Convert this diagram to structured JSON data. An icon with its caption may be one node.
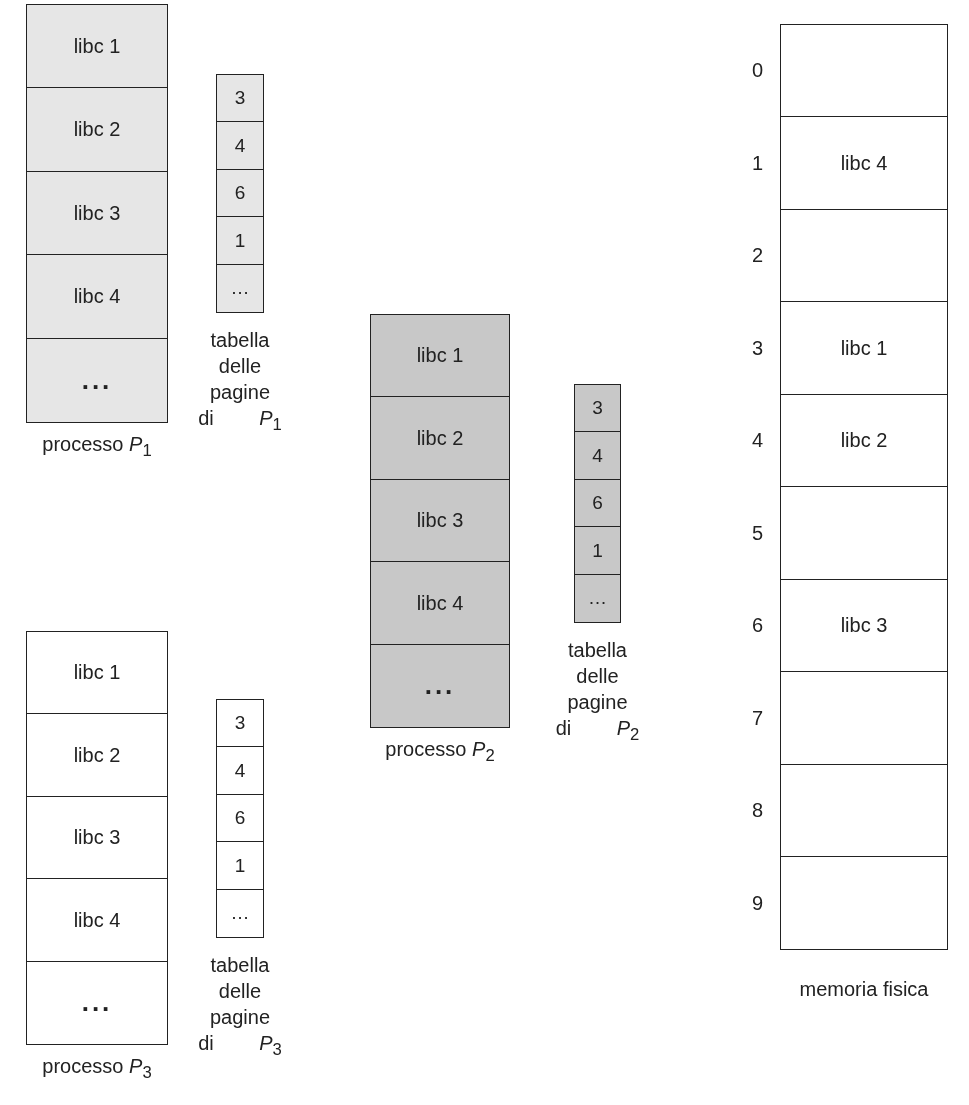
{
  "diagram": {
    "nodes": [
      {
        "text": [
          "processo *P*$_{1}$"
        ]
      },
      {
        "text": [
          "libc 1"
        ],
        "in": 0
      },
      {
        "text": [
          "libc 2"
        ],
        "in": 0
      },
      {
        "text": [
          "libc 3"
        ],
        "in": 0
      },
      {
        "text": [
          "libc 4"
        ],
        "in": 0
      },
      {
        "text": [
          "..."
        ],
        "in": 0
      },
      {
        "text": [
          "tabella delle pagine di *P*$_{1}$"
        ]
      },
      {
        "text": [
          "3"
        ],
        "in": 6
      },
      {
        "text": [
          "4"
        ],
        "in": 6
      },
      {
        "text": [
          "6"
        ],
        "in": 6
      },
      {
        "text": [
          "1"
        ],
        "in": 6
      },
      {
        "text": [
          "…"
        ],
        "in": 6
      },
      {
        "text": [
          "processo *P*$_{2}$"
        ]
      },
      {
        "text": [
          "libc 1"
        ],
        "in": 12
      },
      {
        "text": [
          "libc 2"
        ],
        "in": 12
      },
      {
        "text": [
          "libc 3"
        ],
        "in": 12
      },
      {
        "text": [
          "libc 4"
        ],
        "in": 12
      },
      {
        "text": [
          "..."
        ],
        "in": 12
      },
      {
        "text": [
          "tabella delle pagine di *P*$_{2}$"
        ]
      },
      {
        "text": [
          "3"
        ],
        "in": 18
      },
      {
        "text": [
          "4"
        ],
        "in": 18
      },
      {
        "text": [
          "6"
        ],
        "in": 18
      },
      {
        "text": [
          "1"
        ],
        "in": 18
      },
      {
        "text": [
          "…"
        ],
        "in": 18
      },
      {
        "text": [
          "processo *P*$_{3}$"
        ]
      },
      {
        "text": [
          "libc 1"
        ],
        "in": 24
      },
      {
        "text": [
          "libc 2"
        ],
        "in": 24
      },
      {
        "text": [
          "libc 3"
        ],
        "in": 24
      },
      {
        "text": [
          "libc 4"
        ],
        "in": 24
      },
      {
        "text": [
          "..."
        ],
        "in": 24
      },
      {
        "text": [
          "tabella delle pagine di *P*$_{3}$"
        ]
      },
      {
        "text": [
          "3"
        ],
        "in": 30
      },
      {
        "text": [
          "4"
        ],
        "in": 30
      },
      {
        "text": [
          "6"
        ],
        "in": 30
      },
      {
        "text": [
          "1"
        ],
        "in": 30
      },
      {
        "text": [
          "…"
        ],
        "in": 30
      },
      {
        "text": [
          "memoria fisica"
        ]
      },
      {
        "text": [],
        "shape": "box",
        "in": 36,
        "beside": [
          "0"
        ]
      },
      {
        "text": [
          "libc 4"
        ],
        "in": 36,
        "beside": [
          "1"
        ]
      },
      {
        "text": [],
        "shape": "box",
        "in": 36,
        "beside": [
          "2"
        ]
      },
      {
        "text": [
          "libc 1"
        ],
        "in": 36,
        "beside": [
          "3"
        ]
      },
      {
        "text": [
          "libc 2"
        ],
        "in": 36,
        "beside": [
          "4"
        ]
      },
      {
        "text": [],
        "shape": "box",
        "in": 36,
        "beside": [
          "5"
        ]
      },
      {
        "text": [
          "libc 3"
        ],
        "in": 36,
        "beside": [
          "6"
        ]
      },
      {
        "text": [],
        "shape": "box",
        "in": 36,
        "beside": [
          "7"
        ]
      },
      {
        "text": [],
        "shape": "box",
        "in": 36,
        "beside": [
          "8"
        ]
      },
      {
        "text": [],
        "shape": "box",
        "in": 36,
        "beside": [
          "9"
        ]
      }
    ],
    "edges": []
  }
}
